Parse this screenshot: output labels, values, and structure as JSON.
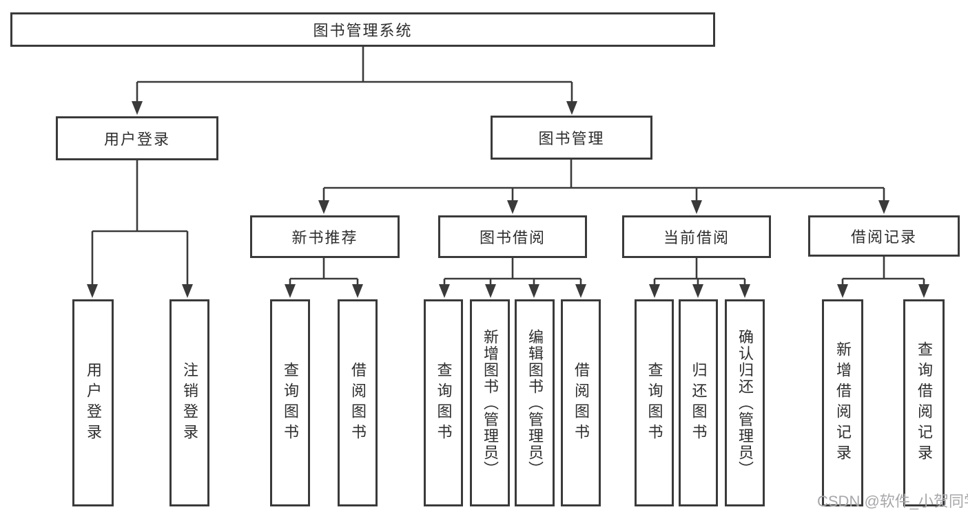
{
  "diagram": {
    "root": {
      "label": "图书管理系统"
    },
    "branches": [
      {
        "label": "用户登录"
      },
      {
        "label": "图书管理"
      }
    ],
    "modules": [
      {
        "label": "新书推荐"
      },
      {
        "label": "图书借阅"
      },
      {
        "label": "当前借阅"
      },
      {
        "label": "借阅记录"
      }
    ],
    "leaves": [
      {
        "label": "用户登录"
      },
      {
        "label": "注销登录"
      },
      {
        "label": "查询图书"
      },
      {
        "label": "借阅图书"
      },
      {
        "label": "查询图书"
      },
      {
        "label": "新增图书（管理员）"
      },
      {
        "label": "编辑图书（管理员）"
      },
      {
        "label": "借阅图书"
      },
      {
        "label": "查询图书"
      },
      {
        "label": "归还图书"
      },
      {
        "label": "确认归还（管理员）"
      },
      {
        "label": "新增借阅记录"
      },
      {
        "label": "查询借阅记录"
      }
    ]
  },
  "watermark": {
    "text": "CSDN @软件_小贺同学"
  },
  "colors": {
    "line": "#3a3a3a",
    "text": "#2e2e2e",
    "watermark": "#a7a7aa",
    "background": "#ffffff"
  }
}
